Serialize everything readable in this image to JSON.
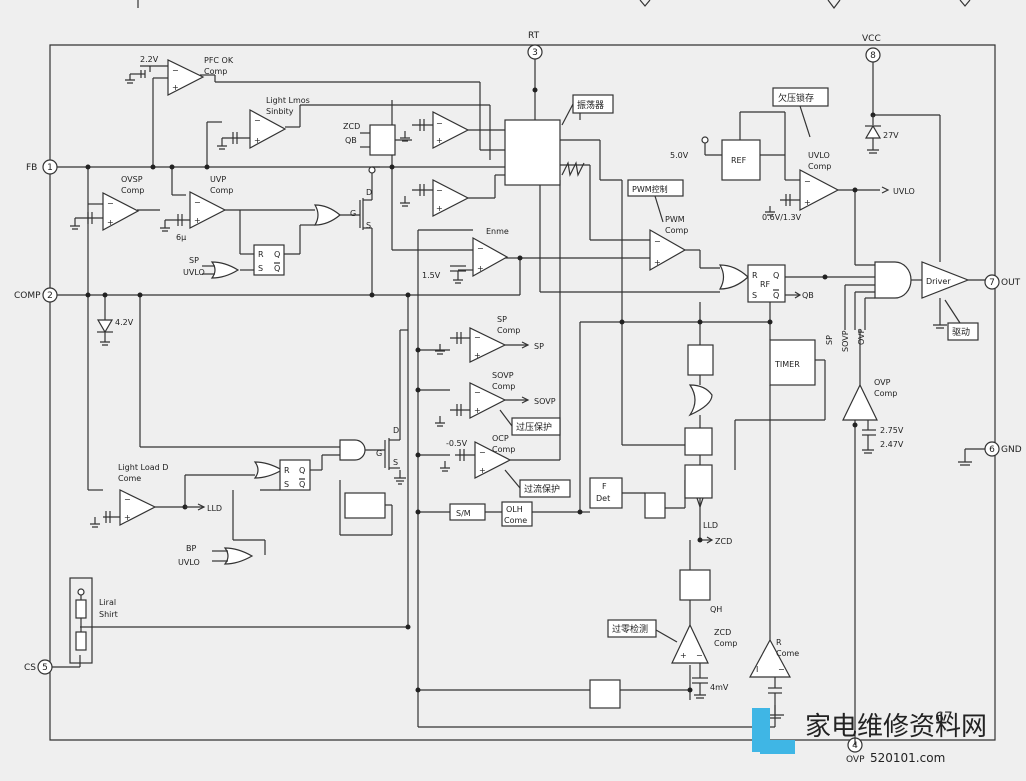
{
  "pins": {
    "p1": {
      "num": "1",
      "label": "FB"
    },
    "p2": {
      "num": "2",
      "label": "COMP"
    },
    "p3": {
      "num": "3",
      "label": "RT"
    },
    "p4": {
      "num": "4",
      "label": "OVP"
    },
    "p5": {
      "num": "5",
      "label": "CS"
    },
    "p6": {
      "num": "6",
      "label": "GND"
    },
    "p7": {
      "num": "7",
      "label": "OUT"
    },
    "p8": {
      "num": "8",
      "label": "VCC"
    }
  },
  "blocks": {
    "pfc_ok": {
      "title": "PFC OK",
      "sub": "Comp",
      "vref": "2.2V"
    },
    "light_lmos": {
      "title": "Light Lmos",
      "sub": "Sinbity"
    },
    "ovsp": {
      "title": "OVSP",
      "sub": "Comp"
    },
    "uvp": {
      "title": "UVP",
      "sub": "Comp",
      "cap": "6μ"
    },
    "oscillator": {
      "label": "振荡器"
    },
    "pwm": {
      "note": "PWM控制",
      "title": "PWM",
      "sub": "Comp"
    },
    "enme": {
      "title": "Enme",
      "vref": "1.5V"
    },
    "sp": {
      "title": "SP",
      "sub": "Comp",
      "out": "SP"
    },
    "sdvp": {
      "title": "SOVP",
      "sub": "Comp",
      "out": "SOVP",
      "note": "过压保护"
    },
    "ocp": {
      "title": "OCP",
      "sub": "Comp",
      "vref": "-0.5V",
      "note": "过流保护"
    },
    "light_load": {
      "title": "Light Load D",
      "sub": "Come",
      "out": "LLD"
    },
    "undervolt": {
      "note": "欠压锁存",
      "title": "UVLO",
      "sub": "Comp",
      "ref": "REF",
      "v5": "5.0V",
      "thresh": "0.6V/1.3V",
      "out": "UVLO"
    },
    "zener_vcc": {
      "label": "27V"
    },
    "zener_comp": {
      "label": "4.2V"
    },
    "driver": {
      "label": "Driver",
      "note": "驱动"
    },
    "rs_main": {
      "r": "R",
      "rf": "RF",
      "s": "S",
      "q": "Q",
      "qb": "Q",
      "out": "QB"
    },
    "timer": {
      "label": "TIMER"
    },
    "ovp_comp": {
      "title": "OVP",
      "sub": "Comp",
      "v1": "2.75V",
      "v2": "2.47V"
    },
    "fdet": {
      "label1": "F",
      "label2": "Det"
    },
    "sm": {
      "label": "S/M"
    },
    "olh": {
      "label1": "OLH",
      "label2": "Come"
    },
    "zcd": {
      "note": "过零检测",
      "title": "ZCD",
      "sub": "Comp",
      "vref": "4mV",
      "qh": "QH",
      "zcd": "ZCD",
      "lld": "LLD"
    },
    "r_come": {
      "title": "R",
      "sub": "Come"
    },
    "lineal": {
      "label1": "Liral",
      "label2": "Shirt"
    },
    "and_side": {
      "sp": "SP",
      "sovp": "SOVP",
      "ovp": "OVP"
    },
    "zcd_latch": {
      "a": "ZCD",
      "b": "QB"
    },
    "uvp_latch": {
      "r": "R",
      "s": "S",
      "q": "Q",
      "qb": "Q",
      "sp": "SP",
      "uvlo": "UVLO"
    },
    "lld_latch": {
      "r": "R",
      "s": "S",
      "q": "Q",
      "qb": "Q",
      "bp": "BP",
      "uvlo": "UVLO"
    },
    "mosfet1": {
      "d": "D",
      "g": "G",
      "s": "S"
    },
    "mosfet2": {
      "d": "D",
      "g": "G",
      "s": "S"
    }
  },
  "watermark": {
    "cn": "家电维修资料网",
    "site": "520101.com",
    "page": "67"
  }
}
